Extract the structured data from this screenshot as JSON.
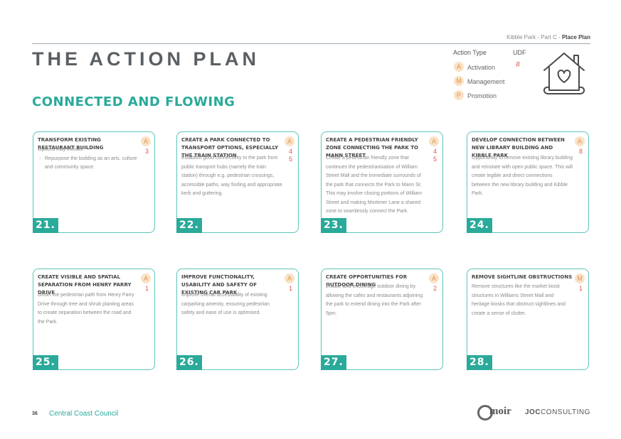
{
  "header": {
    "breadcrumb_prefix": "Kibble Park - Part C - ",
    "breadcrumb_current": "Place Plan",
    "title": "THE ACTION PLAN",
    "section": "CONNECTED AND FLOWING"
  },
  "legend": {
    "col1": "Action Type",
    "col2": "UDF",
    "hash": "#",
    "items": [
      {
        "letter": "A",
        "label": "Activation"
      },
      {
        "letter": "M",
        "label": "Management"
      },
      {
        "letter": "P",
        "label": "Promotion"
      }
    ]
  },
  "cards": [
    {
      "num": "21.",
      "title": "Transform existing restaurant building",
      "body": "Options may include:",
      "list": [
        "Repurpose the building as an arts, culture and community space."
      ],
      "type": "A",
      "udf": "3"
    },
    {
      "num": "22.",
      "title": "Create a park connected to transport options, especially the train station",
      "body": "Establish good connectivity to the park from public transport hubs (namely the train station) through e.g. pedestrian crossings, accessible paths, way finding and appropriate kerb and guttering.",
      "type": "A",
      "udf": "4\n5"
    },
    {
      "num": "23.",
      "title": "Create a pedestrian friendly zone connecting the park to Mann Street",
      "body": "Create a pedestrian friendly zone that continues the pedestrianisation of William Street Mall and the immediate surrounds of the park that connects the Park to Mann St. This may involve closing portions of William Street and making Mortimer Lane a shared zone to seamlessly connect the Park.",
      "type": "A",
      "udf": "4\n5"
    },
    {
      "num": "24.",
      "title": "Develop connection between new library building and Kibble Park",
      "body": "Opportunity to remove existing library building and reinstate with open public space. This will create legible and direct connections between the new library building and Kibble Park.",
      "type": "A",
      "udf": "8"
    },
    {
      "num": "25.",
      "title": "Create visible and spatial separation from Henry Parry Drive",
      "body": "Offset the pedestrian path from Henry Parry Drive through tree and shrub planting areas to create separation between the road and the Park.",
      "type": "A",
      "udf": "1"
    },
    {
      "num": "26.",
      "title": "Improve functionality, usability and safety of existing car park",
      "body": "Improve overall accessibility of existing carparking amenity, ensuring pedestrian safety and ease of use is optimised.",
      "type": "A",
      "udf": "1"
    },
    {
      "num": "27.",
      "title": "Create opportunities for outdoor dining",
      "body": "Enable and encourage outdoor dining by allowing the cafes and restaurants adjoining the park to extend dining into the Park after 5pm.",
      "type": "A",
      "udf": "2"
    },
    {
      "num": "28.",
      "title": "Remove sightline obstructions",
      "body": "Remove structures like the market kiosk structures in Williams Street Mall and heritage kiosks that obstruct sightlines and create a sense of clutter.",
      "type": "M",
      "udf": "1"
    }
  ],
  "footer": {
    "page_number": "36",
    "council": "Central Coast Council",
    "logo1": "moir",
    "logo2_bold": "JOC",
    "logo2_rest": "CONSULTING"
  },
  "colors": {
    "accent": "#2aaa9a",
    "badge_bg": "#fbe1c5",
    "udf_red": "#e0584e"
  }
}
